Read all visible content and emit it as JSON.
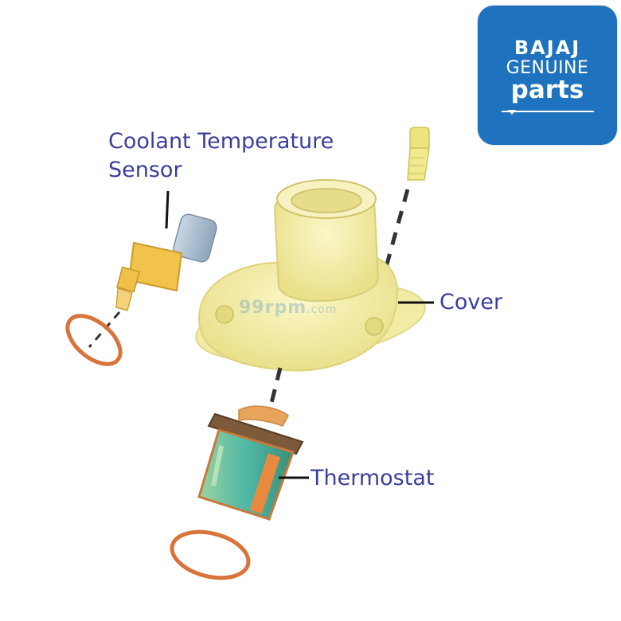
{
  "labels": {
    "sensor": "Coolant Temperature Sensor",
    "cover": "Cover",
    "thermostat": "Thermostat"
  },
  "badge": {
    "brand": "BAJAJ",
    "genuine": "GENUINE",
    "parts": "parts",
    "color": "#1f72bd"
  },
  "watermark": {
    "main": "99rpm",
    "suffix": ".com"
  },
  "colors": {
    "label_text": "#3b3f9a",
    "cover_part": "#f3eda0",
    "o_ring": "#d8733b",
    "thermostat_body": "#5fae8a"
  }
}
